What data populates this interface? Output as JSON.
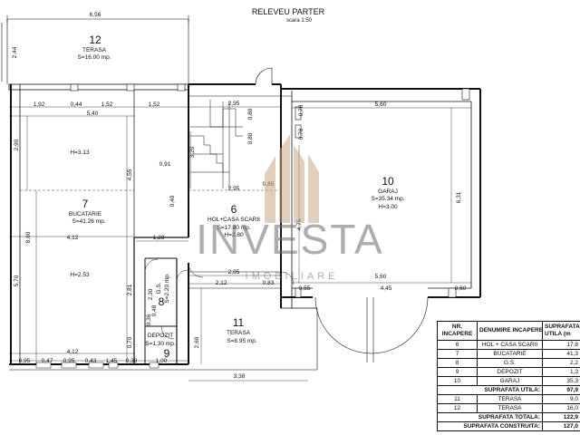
{
  "header": {
    "title": "RELEVEU PARTER",
    "scale": "scara 1:50"
  },
  "watermark": {
    "brand": "INVESTA",
    "sub": "IMOBILIARE",
    "logo_color": "#c9a98a"
  },
  "rooms": {
    "r12": {
      "num": "12",
      "name": "TERASA",
      "area": "S=16.00 mp."
    },
    "r7": {
      "num": "7",
      "name": "BUCATARIE",
      "area": "S=41.26 mp.",
      "h_upper": "H=3.13",
      "h_lower": "H=2.53"
    },
    "r6": {
      "num": "6",
      "name": "HOL+CASA SCARII",
      "area": "S=17.80 mp.",
      "h": "H=2.80"
    },
    "r10": {
      "num": "10",
      "name": "GARAJ",
      "area": "S=35.34 mp.",
      "h": "H=3.00"
    },
    "r8": {
      "num": "8",
      "name": "G.S.",
      "area": "S=2.20 mp."
    },
    "r9": {
      "num": "9",
      "name": "DEPOZIT",
      "area": "S=1.30 mp."
    },
    "r11": {
      "num": "11",
      "name": "TERASA",
      "area": "S=8.95 mp."
    }
  },
  "dims": {
    "top_656": "6,56",
    "side_244": "2,44",
    "d192": "1,92",
    "d044": "0,44",
    "d152a": "1,52",
    "d152b": "1,52",
    "d540": "5,40",
    "d295a": "2,95",
    "d560a": "5,60",
    "d078a": "0,78",
    "d080a": "0,80",
    "d080b": "0,80",
    "d078b": "0,78",
    "d290": "2,90",
    "d455": "4,55",
    "d091": "0,91",
    "d320": "3,20",
    "d040": "0,40",
    "d295b": "2,95",
    "d085": "0,85",
    "d631": "6,31",
    "d475": "4,75",
    "d860": "8,60",
    "d412a": "4,12",
    "d128": "1,28",
    "d295c": "2,95",
    "d560b": "5,60",
    "d212": "2,12",
    "d083": "0,83",
    "d055": "0,55",
    "d445": "4,45",
    "d060": "0,60",
    "d570": "5,70",
    "d281": "2,81",
    "d230": "2,30",
    "d036": "0,36",
    "d048": "0,48",
    "d070": "0,70",
    "d269": "2,69",
    "d095": "0,95",
    "d047": "0,47",
    "d095b": "0,95",
    "d043": "0,43",
    "d145": "1,45",
    "d038": "0,38",
    "d100": "1,00",
    "d412b": "4,12",
    "d338": "3,38"
  },
  "legend": {
    "headers": {
      "nr": "NR. INCAPERE",
      "name": "DENUMIRE INCAPERE",
      "area": "SUPRAFATA UTILA (m"
    },
    "rows": [
      {
        "nr": "6",
        "name": "HOL + CASA SCARII",
        "area": "17,8"
      },
      {
        "nr": "7",
        "name": "BUCATARIE",
        "area": "41,3"
      },
      {
        "nr": "8",
        "name": "G.S.",
        "area": "2,2"
      },
      {
        "nr": "9",
        "name": "DEPOZIT",
        "area": "1,3"
      },
      {
        "nr": "10",
        "name": "GARAJ",
        "area": "35,3"
      }
    ],
    "util_label": "SUPRAFATA UTILA:",
    "util_value": "97,9",
    "terrace_rows": [
      {
        "nr": "11",
        "name": "TERASA",
        "area": "9,0"
      },
      {
        "nr": "12",
        "name": "TERASA",
        "area": "16,0"
      }
    ],
    "total_label": "SUPRAFATA TOTALA:",
    "total_value": "122,9",
    "built_label": "SUPRAFATA CONSTRUITA:",
    "built_value": "127,0"
  }
}
